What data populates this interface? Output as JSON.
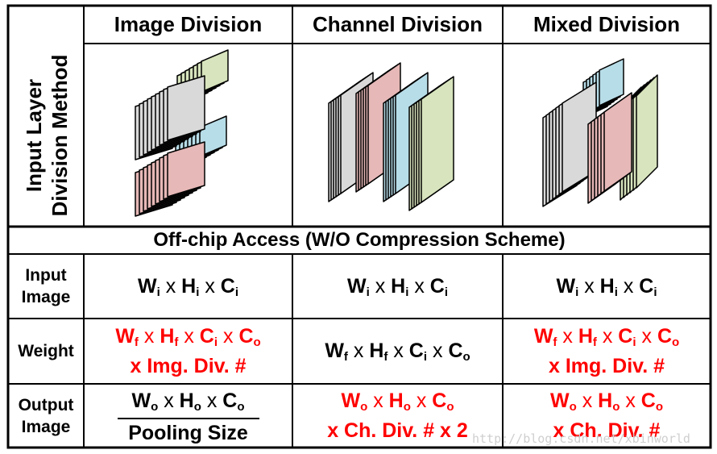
{
  "headers": {
    "image_division": "Image Division",
    "channel_division": "Channel Division",
    "mixed_division": "Mixed Division"
  },
  "side_label": {
    "line1": "Input Layer",
    "line2": "Division Method"
  },
  "section_title": "Off-chip Access (W/O Compression Scheme)",
  "rows": {
    "input": {
      "line1": "Input",
      "line2": "Image"
    },
    "weight": {
      "line1": "Weight"
    },
    "output": {
      "line1": "Output",
      "line2": "Image"
    }
  },
  "symbols": {
    "times": "x",
    "W": "W",
    "H": "H",
    "C": "C",
    "i": "i",
    "f": "f",
    "o": "o",
    "img_div": "x Img. Div. #",
    "ch_div": "x Ch. Div. #",
    "ch_div_x2": "x Ch. Div. # x 2",
    "pooling": "Pooling Size"
  },
  "colors": {
    "gray": "#d9d9d9",
    "pink": "#e6b8b7",
    "blue": "#b7dde8",
    "green": "#d7e4bd",
    "highlight": "#ff0000",
    "border": "#000000"
  },
  "watermark": "http://blog.csdn.net/xbinworld"
}
